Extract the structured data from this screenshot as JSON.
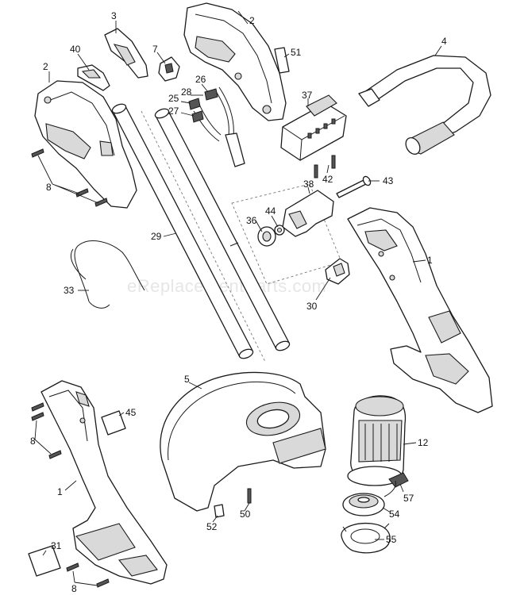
{
  "watermark": "eReplacementParts.com",
  "callouts": [
    {
      "id": "c3",
      "label": "3"
    },
    {
      "id": "c2-top",
      "label": "2"
    },
    {
      "id": "c40",
      "label": "40"
    },
    {
      "id": "c7",
      "label": "7"
    },
    {
      "id": "c51",
      "label": "51"
    },
    {
      "id": "c4",
      "label": "4"
    },
    {
      "id": "c2-left",
      "label": "2"
    },
    {
      "id": "c26",
      "label": "26"
    },
    {
      "id": "c28",
      "label": "28"
    },
    {
      "id": "c25",
      "label": "25"
    },
    {
      "id": "c27",
      "label": "27"
    },
    {
      "id": "c37",
      "label": "37"
    },
    {
      "id": "c42",
      "label": "42"
    },
    {
      "id": "c43",
      "label": "43"
    },
    {
      "id": "c8-top",
      "label": "8"
    },
    {
      "id": "c38",
      "label": "38"
    },
    {
      "id": "c44",
      "label": "44"
    },
    {
      "id": "c36",
      "label": "36"
    },
    {
      "id": "c29",
      "label": "29"
    },
    {
      "id": "c1-right",
      "label": "1"
    },
    {
      "id": "c33",
      "label": "33"
    },
    {
      "id": "c30",
      "label": "30"
    },
    {
      "id": "c5",
      "label": "5"
    },
    {
      "id": "c45",
      "label": "45"
    },
    {
      "id": "c8-mid",
      "label": "8"
    },
    {
      "id": "c12",
      "label": "12"
    },
    {
      "id": "c1-left",
      "label": "1"
    },
    {
      "id": "c57",
      "label": "57"
    },
    {
      "id": "c54",
      "label": "54"
    },
    {
      "id": "c52",
      "label": "52"
    },
    {
      "id": "c50",
      "label": "50"
    },
    {
      "id": "c31",
      "label": "31"
    },
    {
      "id": "c55",
      "label": "55"
    },
    {
      "id": "c8-bottom",
      "label": "8"
    }
  ]
}
